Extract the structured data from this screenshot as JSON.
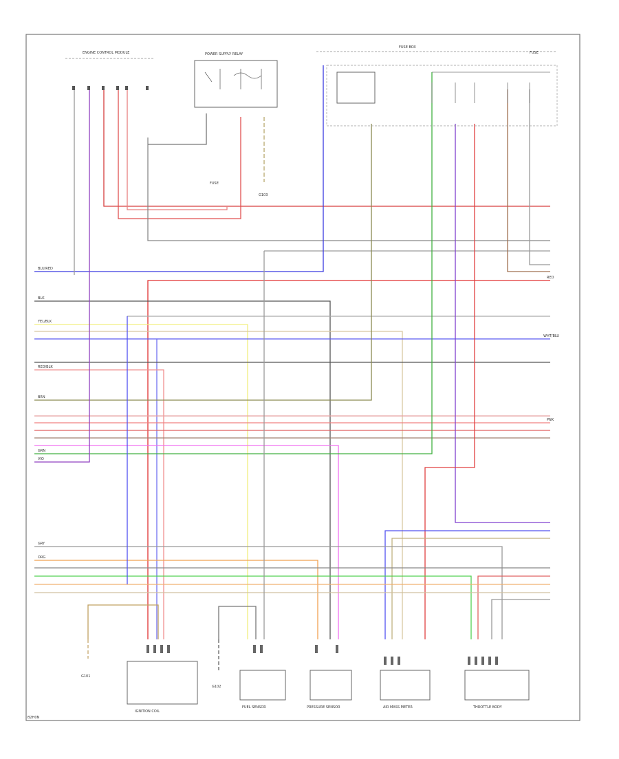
{
  "diagram": {
    "components": {
      "ecm": "ENGINE CONTROL MODULE",
      "relay": "POWER SUPPLY RELAY",
      "fuse_box": "FUSE BOX",
      "fuse_label_1": "FUSE",
      "fuse_label_2": "FUSE",
      "ignition_coil": "IGNITION COIL",
      "fuel_sensor": "FUEL SENSOR",
      "pressure_sensor": "PRESSURE SENSOR",
      "air_mass_meter": "AIR MASS METER",
      "throttle_body": "THROTTLE BODY"
    },
    "grounds": {
      "g1": "G101",
      "g2": "G102",
      "g3": "G103"
    },
    "footer": {
      "code": "B2H0N"
    },
    "wire_labels": {
      "blu_red": "BLU/RED",
      "red_blk": "RED/BLK",
      "blk": "BLK",
      "red": "RED",
      "yel_blk": "YEL/BLK",
      "brn": "BRN",
      "grn": "GRN",
      "wht_blu": "WHT/BLU",
      "vio": "VIO",
      "gry": "GRY",
      "org": "ORG",
      "pnk": "PNK"
    }
  }
}
